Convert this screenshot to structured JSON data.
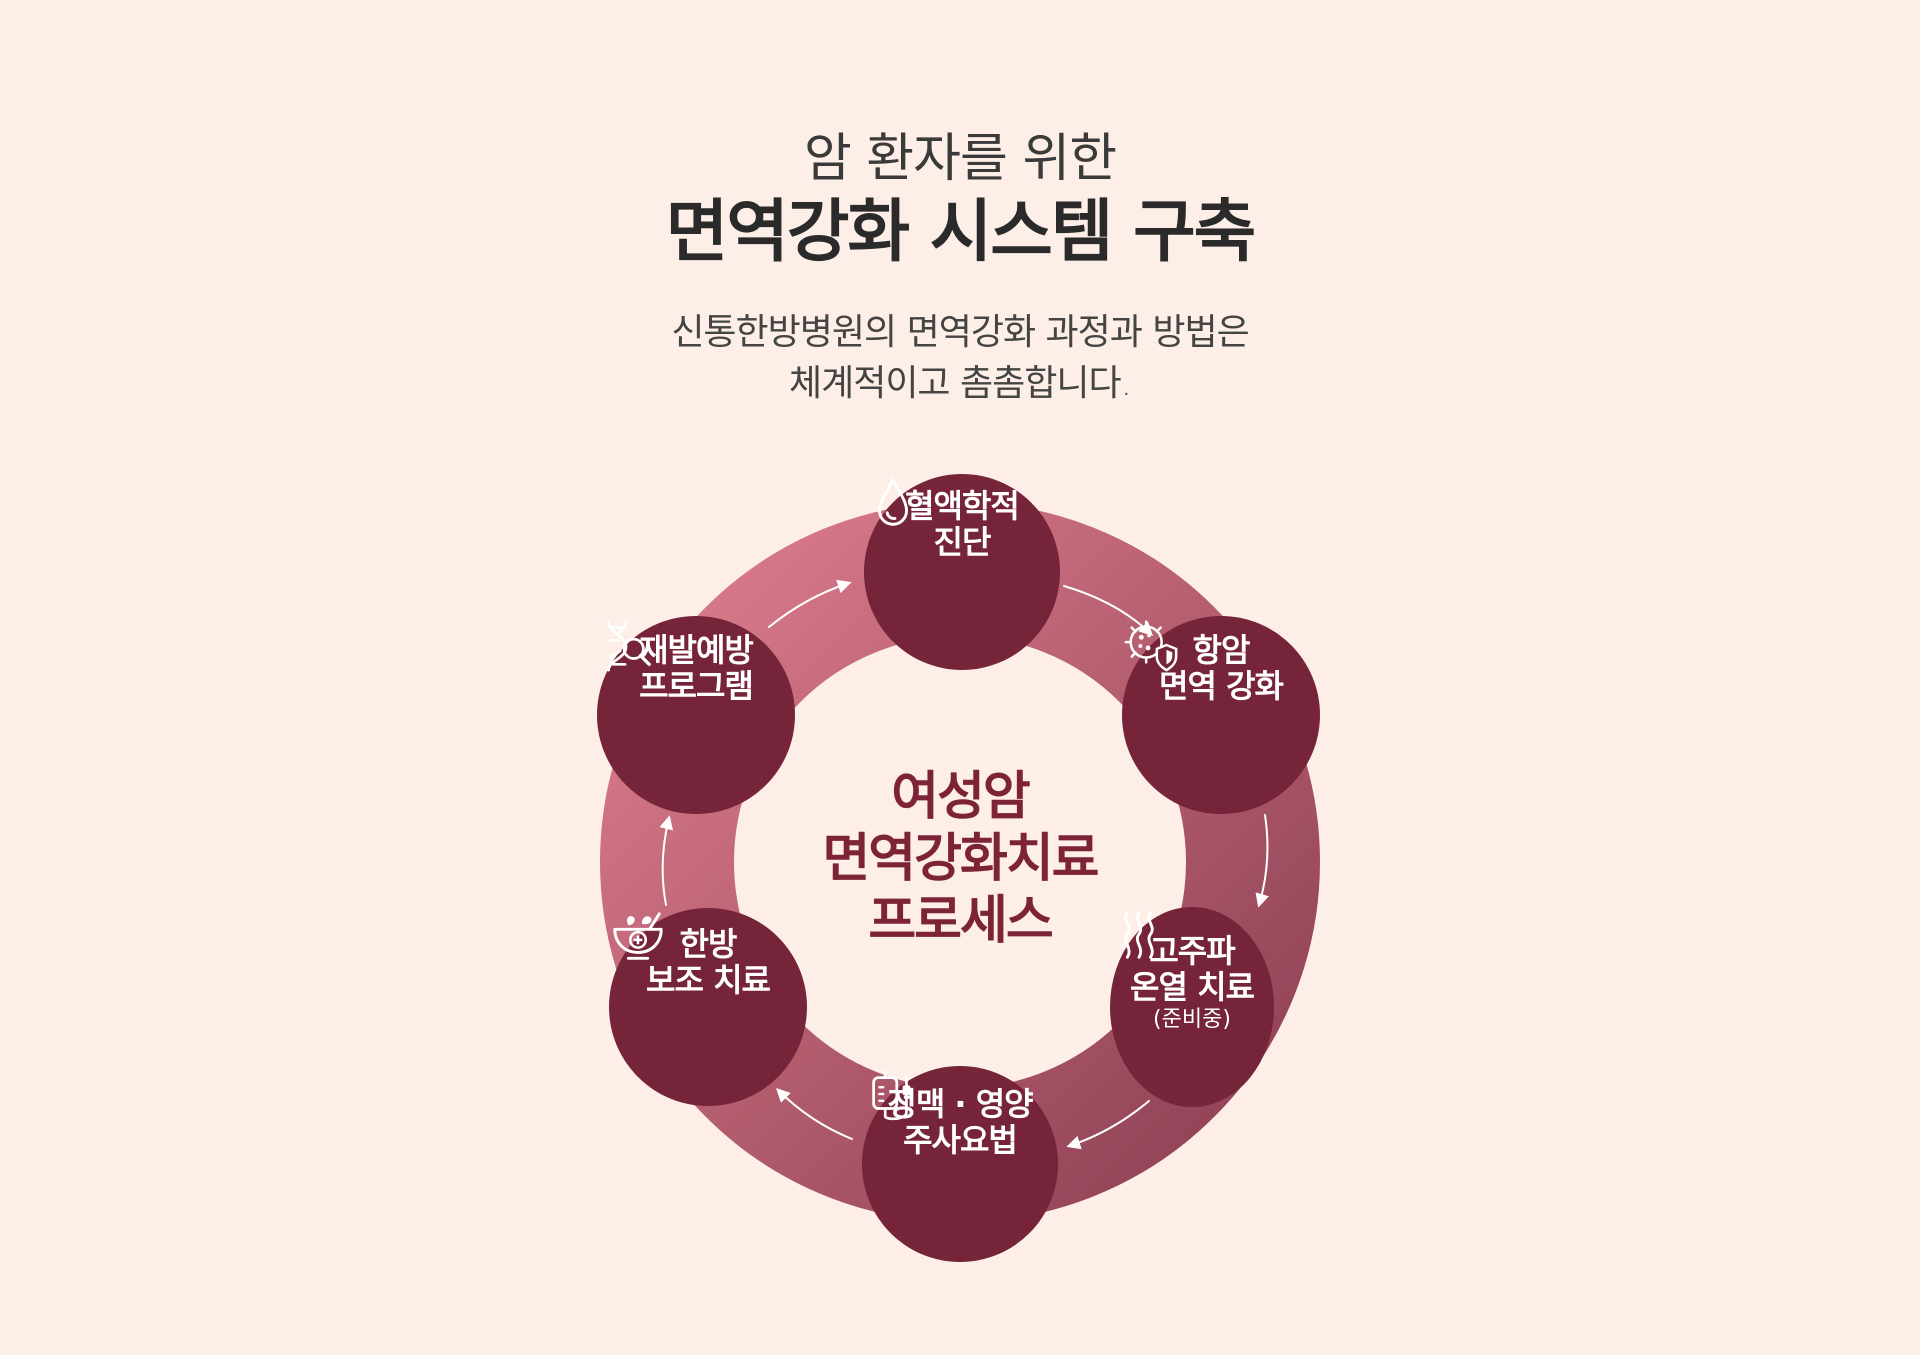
{
  "header": {
    "eyebrow": "암 환자를 위한",
    "title": "면역강화 시스템 구축",
    "description": [
      "신통한방병원의 면역강화 과정과 방법은",
      "체계적이고 촘촘합니다."
    ]
  },
  "colors": {
    "background": "#fdefe7",
    "node_fill": "#75243a",
    "ring_light": "#d97a8a",
    "ring_dark": "#934458",
    "center_text": "#7d2336"
  },
  "diagram": {
    "center_title": [
      "여성암",
      "면역강화치료",
      "프로세스"
    ],
    "steps": [
      {
        "icon": "blood-drop-icon",
        "label": [
          "혈액학적",
          "진단"
        ]
      },
      {
        "icon": "virus-shield-icon",
        "label": [
          "항암",
          "면역 강화"
        ]
      },
      {
        "icon": "heat-waves-icon",
        "label": [
          "고주파",
          "온열 치료"
        ],
        "note": "(준비중)"
      },
      {
        "icon": "iv-bag-icon",
        "label": [
          "정맥 · 영양",
          "주사요법"
        ]
      },
      {
        "icon": "herbal-bowl-icon",
        "label": [
          "한방",
          "보조 치료"
        ]
      },
      {
        "icon": "dna-search-icon",
        "label": [
          "재발예방",
          "프로그램"
        ]
      }
    ],
    "flow": "clockwise"
  }
}
